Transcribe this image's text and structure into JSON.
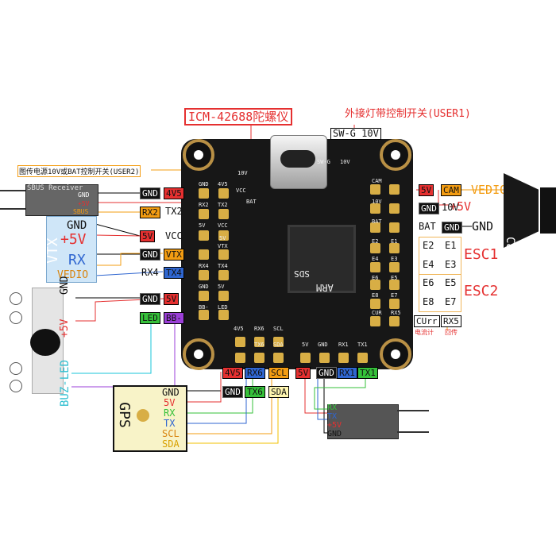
{
  "header": {
    "icm_label": "ICM-42688陀螺仪",
    "user1_label": "外接灯带控制开关(USER1)",
    "swg_label": "SW-G 10V",
    "user2_label": "图传电源10V或BAT控制开关(USER2)"
  },
  "board_silk": {
    "top": [
      "10V",
      "SW-G"
    ],
    "left_col": [
      "4V5",
      "TX2",
      "VCC",
      "VTX",
      "TX4",
      "5V",
      "LED"
    ],
    "left_gnd": [
      "GND",
      "RX2",
      "5V",
      "RX4",
      "GND",
      "BB-"
    ],
    "bottom": [
      "4V5",
      "RX6",
      "SCL",
      "TX6",
      "SDA",
      "5V",
      "GND",
      "RX1",
      "TX1"
    ],
    "right": [
      "CAM",
      "10V",
      "BAT",
      "E2",
      "E1",
      "E4",
      "E3",
      "E6",
      "E5",
      "E8",
      "E7",
      "CUR",
      "RX5"
    ],
    "switch_labels": [
      "10V",
      "BAT",
      "VCC",
      "5V"
    ],
    "mcu_labels": [
      "ARM",
      "SDS"
    ]
  },
  "left_connectors": {
    "sbus": {
      "title": "SBUS Receiver",
      "pins": [
        "GND",
        "+5V",
        "SBUS"
      ]
    },
    "row1": [
      "GND",
      "4V5"
    ],
    "row2": [
      "RX2",
      "TX2"
    ],
    "vtx_title": "VTX",
    "vtx_pins": [
      "GND",
      "+5V",
      "RX",
      "VEDIO"
    ],
    "row3": [
      "5V",
      "VCC"
    ],
    "row4": [
      "GND",
      "VTX"
    ],
    "row5": [
      "RX4",
      "TX4"
    ],
    "buzzer_title": "BUZ-LED",
    "buzzer_pins": [
      "GND",
      "+5V"
    ],
    "row6": [
      "GND",
      "5V"
    ],
    "row7": [
      "LED",
      "BB-"
    ]
  },
  "right_connectors": {
    "cam_row": [
      "5V",
      "CAM"
    ],
    "cam_vedio": "VEDIO",
    "cam_plus5v": "+5V",
    "row10v": [
      "GND",
      "10V"
    ],
    "rowbat": [
      "BAT",
      "GND",
      "GND"
    ],
    "camera_label": "Camere",
    "esc1": {
      "pins": [
        "E2",
        "E1",
        "E4",
        "E3"
      ],
      "label": "ESC1"
    },
    "esc2": {
      "pins": [
        "E6",
        "E5",
        "E8",
        "E7"
      ],
      "label": "ESC2"
    },
    "cur_row": [
      "CUrr",
      "RX5"
    ],
    "cur_captions": [
      "电流计",
      "回传"
    ]
  },
  "bottom_connectors": {
    "group1_row1": [
      "4V5",
      "RX6",
      "SCL"
    ],
    "group1_row2": [
      "GND",
      "TX6",
      "SDA"
    ],
    "gps_title": "GPS",
    "gps_pins": [
      "GND",
      "5V",
      "RX",
      "TX",
      "SCL",
      "SDA"
    ],
    "group2_row1": [
      "5V",
      "GND",
      "RX1",
      "TX1"
    ],
    "rx_pins": [
      "RX",
      "TX",
      "+5V",
      "GND"
    ]
  },
  "colors": {
    "red": "#e53030",
    "orange": "#f39c12",
    "blue": "#2f66d0",
    "green": "#35c03a",
    "purple": "#9b3fd8",
    "gold": "#d8ae45",
    "cyan": "#18c4d8"
  }
}
